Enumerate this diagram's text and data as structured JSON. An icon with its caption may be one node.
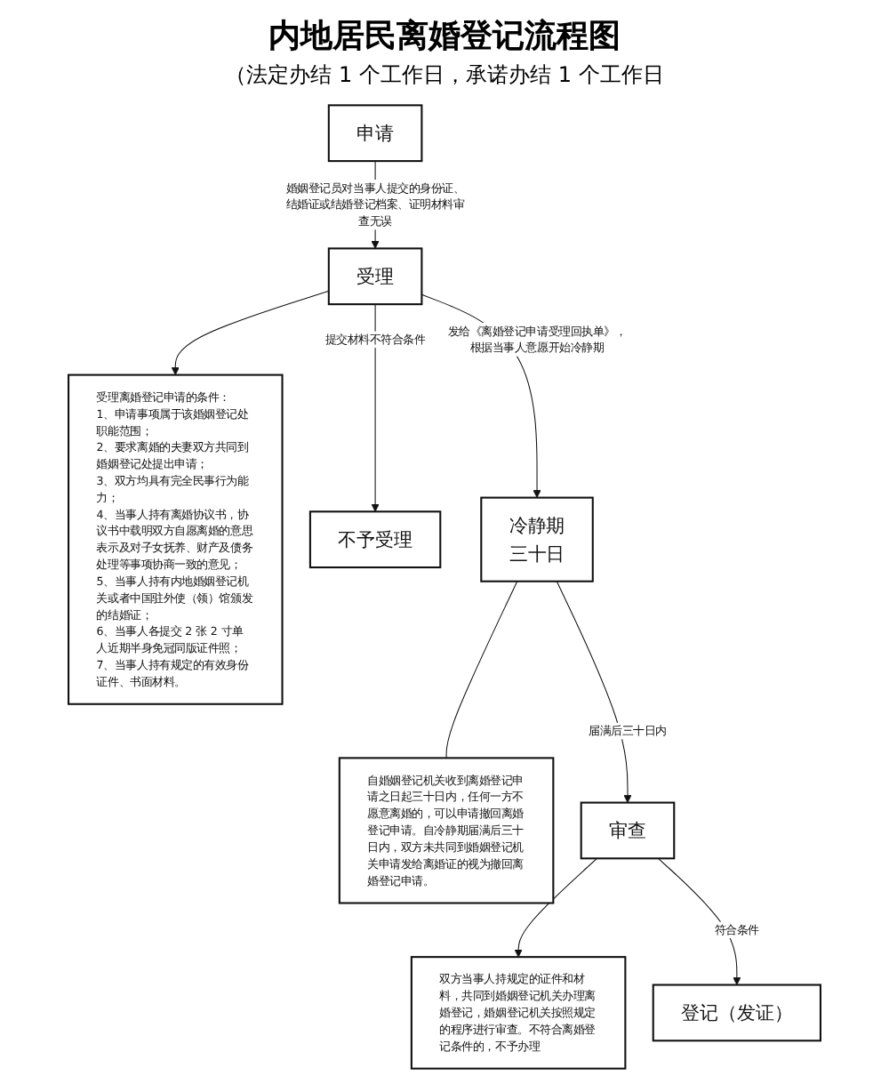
{
  "diagram": {
    "title": "内地居民离婚登记流程图",
    "caption": "（法定办结 1 个工作日，承诺办结 1 个工作日",
    "nodes": [
      {
        "text": [
          "申请"
        ]
      },
      {
        "text": [
          "受理离婚登记申请的条件：",
          "1、申请事项属于该婚姻登记处职能范围；",
          "2、要求离婚的夫妻双方共同到婚姻登记处提出申请；",
          "3、双方均具有完全民事行为能力；",
          "4、当事人持有离婚协议书，协议书中载明双方自愿离婚的意思表示及对子女抚养、财产及债务处理等事项协商一致的意见；",
          "5、当事人持有内地婚姻登记机关或者中国驻外使（领）馆颁发的结婚证；",
          "6、当事人各提交 2 张 2 寸单人近期半身免冠同版证件照；",
          "7、当事人持有规定的有效身份证件、书面材料。"
        ]
      },
      {
        "text": [
          "受理"
        ]
      },
      {
        "text": [
          "不予受理"
        ]
      },
      {
        "text": [
          "冷静期",
          "三十日"
        ]
      },
      {
        "text": [
          "自婚姻登记机关收到离婚登记申请之日起三十日内，任何一方不愿意离婚的，可以申请撤回离婚登记申请。自冷静期届满后三十日内，双方未共同到婚姻登记机关申请发给离婚证的视为撤回离婚登记申请。"
        ]
      },
      {
        "text": [
          "审查"
        ]
      },
      {
        "text": [
          "双方当事人持规定的证件和材料，共同到婚姻登记机关办理离婚登记，婚姻登记机关按照规定的程序进行审查。不符合离婚登记条件的，不予办理"
        ]
      },
      {
        "text": [
          "登记（发证）"
        ]
      }
    ],
    "edges": [
      {
        "from": 0,
        "to": 2,
        "arrow": "to",
        "label": "婚姻登记员对当事人提交的身份证、结婚证或结婚登记档案、证明材料审查无误"
      },
      {
        "from": 2,
        "to": 1,
        "arrow": "to"
      },
      {
        "from": 2,
        "to": 3,
        "arrow": "to",
        "label": "提交材料不符合条件"
      },
      {
        "from": 2,
        "to": 4,
        "arrow": "to",
        "label": "发给《离婚登记申请受理回执单》，根据当事人意愿开始冷静期"
      },
      {
        "from": 4,
        "to": 5,
        "arrow": "none"
      },
      {
        "from": 4,
        "to": 6,
        "arrow": "to",
        "label": "届满后三十日内"
      },
      {
        "from": 6,
        "to": 7,
        "arrow": "to"
      },
      {
        "from": 6,
        "to": 8,
        "arrow": "to",
        "label": "符合条件"
      }
    ]
  }
}
